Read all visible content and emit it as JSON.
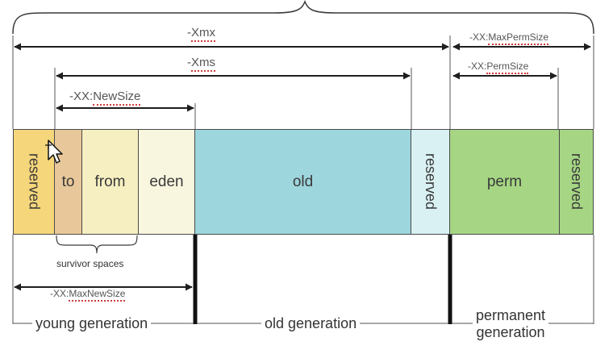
{
  "colors": {
    "reserved_young": "#f6d67a",
    "to": "#e8c89a",
    "from": "#f6efc1",
    "eden": "#f8f6df",
    "old": "#9dd6dd",
    "reserved_old": "#d9f1f3",
    "perm": "#a6d684",
    "reserved_perm": "#a6d684",
    "line": "#2b2b2b",
    "squiggle": "#d23b3b"
  },
  "segments": {
    "reserved_young": "reserved",
    "to": "to",
    "from": "from",
    "eden": "eden",
    "old": "old",
    "reserved_old": "reserved",
    "perm": "perm",
    "reserved_perm": "reserved"
  },
  "arrows": {
    "xmx_prefix": "-",
    "xmx_name": "Xmx",
    "xms_prefix": "-",
    "xms_name": "Xms",
    "newsize_prefix": "-XX:",
    "newsize_name": "NewSize",
    "maxpermsize_prefix": "-XX:",
    "maxpermsize_name": "MaxPermSize",
    "permsize_prefix": "-XX:",
    "permsize_name": "PermSize",
    "maxnewsize_prefix": "-XX:",
    "maxnewsize_name": "MaxNewSize"
  },
  "survivor_label": "survivor spaces",
  "generations": {
    "young": "young generation",
    "old": "old generation",
    "permanent_line1": "permanent",
    "permanent_line2": "generation"
  },
  "icons": {
    "cursor": "mouse-pointer-icon"
  }
}
